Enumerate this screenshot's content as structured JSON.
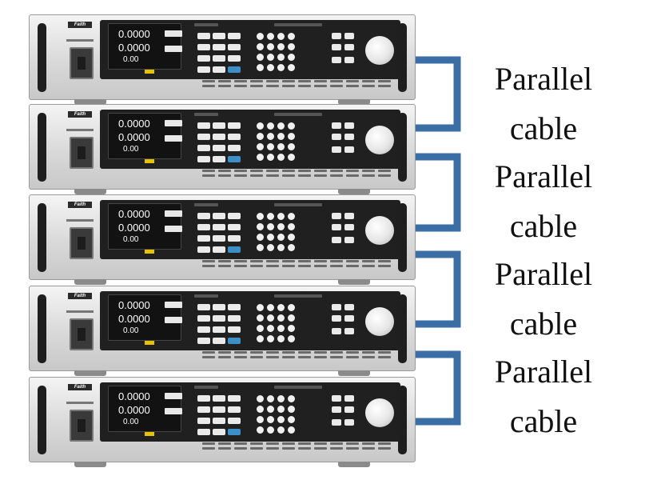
{
  "units": [
    {
      "id": 1,
      "logo": "Faith",
      "readings": [
        "0.0000",
        "0.0000",
        "0.00"
      ]
    },
    {
      "id": 2,
      "logo": "Faith",
      "readings": [
        "0.0000",
        "0.0000",
        "0.00"
      ]
    },
    {
      "id": 3,
      "logo": "Faith",
      "readings": [
        "0.0000",
        "0.0000",
        "0.00"
      ]
    },
    {
      "id": 4,
      "logo": "Faith",
      "readings": [
        "0.0000",
        "0.0000",
        "0.00"
      ]
    },
    {
      "id": 5,
      "logo": "Faith",
      "readings": [
        "0.0000",
        "0.0000",
        "0.00"
      ]
    }
  ],
  "cables": [
    {
      "line1": "Parallel",
      "line2": "cable"
    },
    {
      "line1": "Parallel",
      "line2": "cable"
    },
    {
      "line1": "Parallel",
      "line2": "cable"
    },
    {
      "line1": "Parallel",
      "line2": "cable"
    }
  ],
  "colors": {
    "cable": "#3a6ea5",
    "panel": "#202020",
    "display_text": "#ffffff",
    "indicator": "#e6c200"
  }
}
